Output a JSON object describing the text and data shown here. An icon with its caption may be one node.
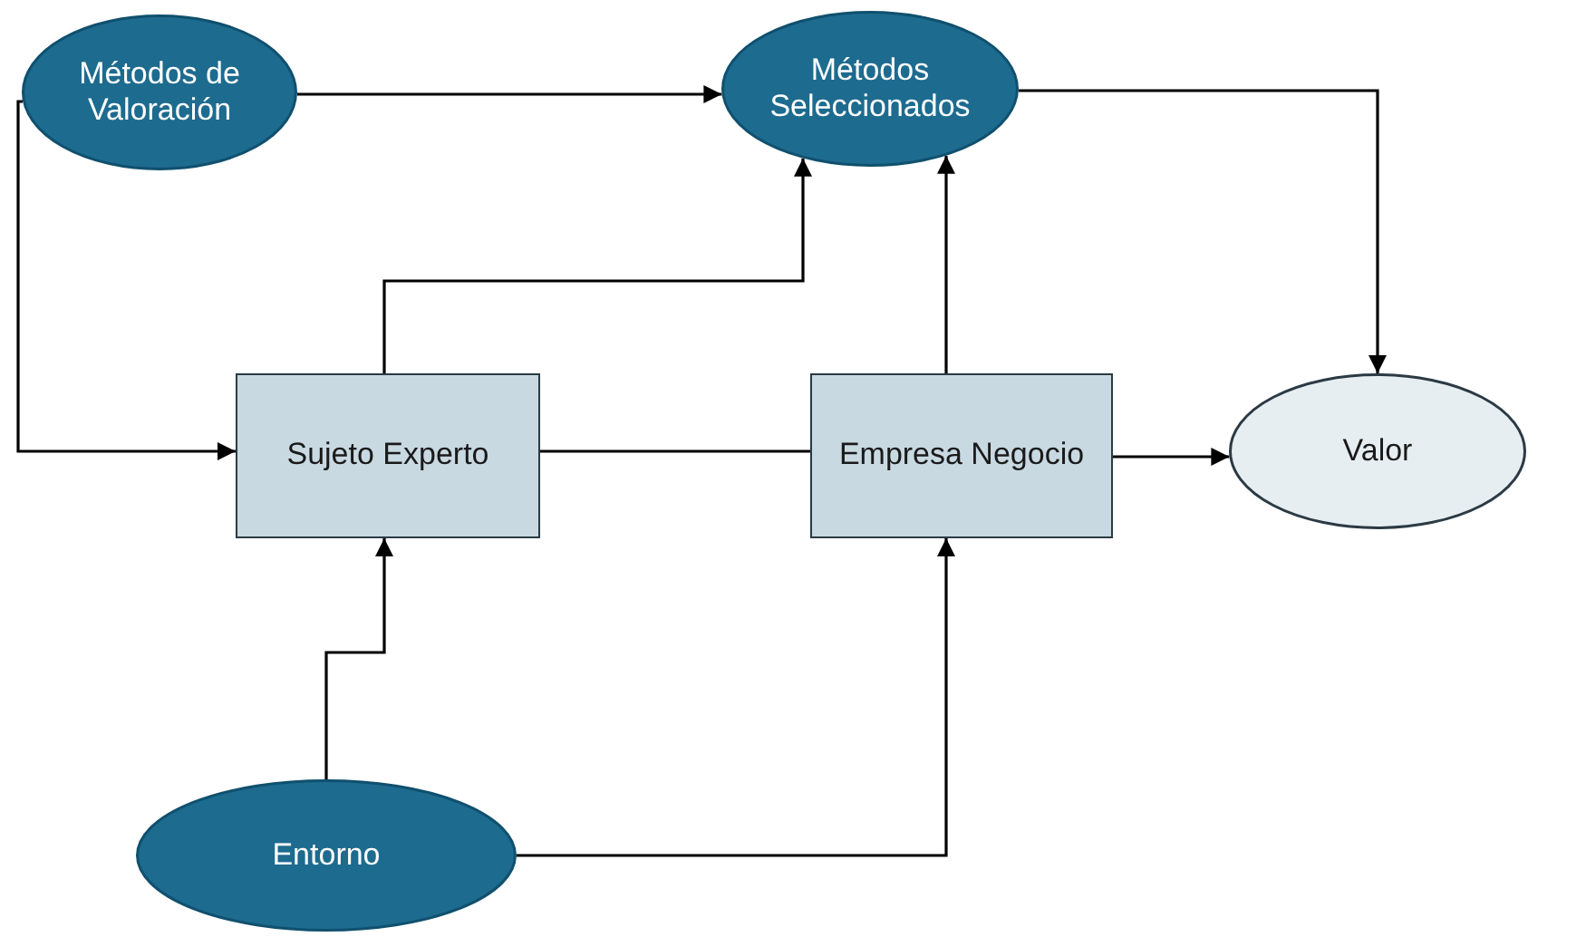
{
  "diagram": {
    "nodes": [
      {
        "text": [
          "Métodos de Valoración"
        ]
      },
      {
        "text": [
          "Métodos Seleccionados"
        ]
      },
      {
        "text": [
          "Sujeto Experto"
        ]
      },
      {
        "text": [
          "Empresa Negocio"
        ]
      },
      {
        "text": [
          "Valor"
        ]
      },
      {
        "text": [
          "Entorno"
        ]
      }
    ],
    "edges": [
      {
        "from": 0,
        "to": 1,
        "arrow": "to"
      },
      {
        "from": 0,
        "to": 2,
        "arrow": "to"
      },
      {
        "from": 2,
        "to": 1,
        "arrow": "to"
      },
      {
        "from": 3,
        "to": 1,
        "arrow": "to"
      },
      {
        "from": 1,
        "to": 4,
        "arrow": "to"
      },
      {
        "from": 2,
        "to": 3,
        "arrow": "none"
      },
      {
        "from": 3,
        "to": 4,
        "arrow": "to"
      },
      {
        "from": 5,
        "to": 2,
        "arrow": "to"
      },
      {
        "from": 5,
        "to": 3,
        "arrow": "to"
      }
    ]
  }
}
